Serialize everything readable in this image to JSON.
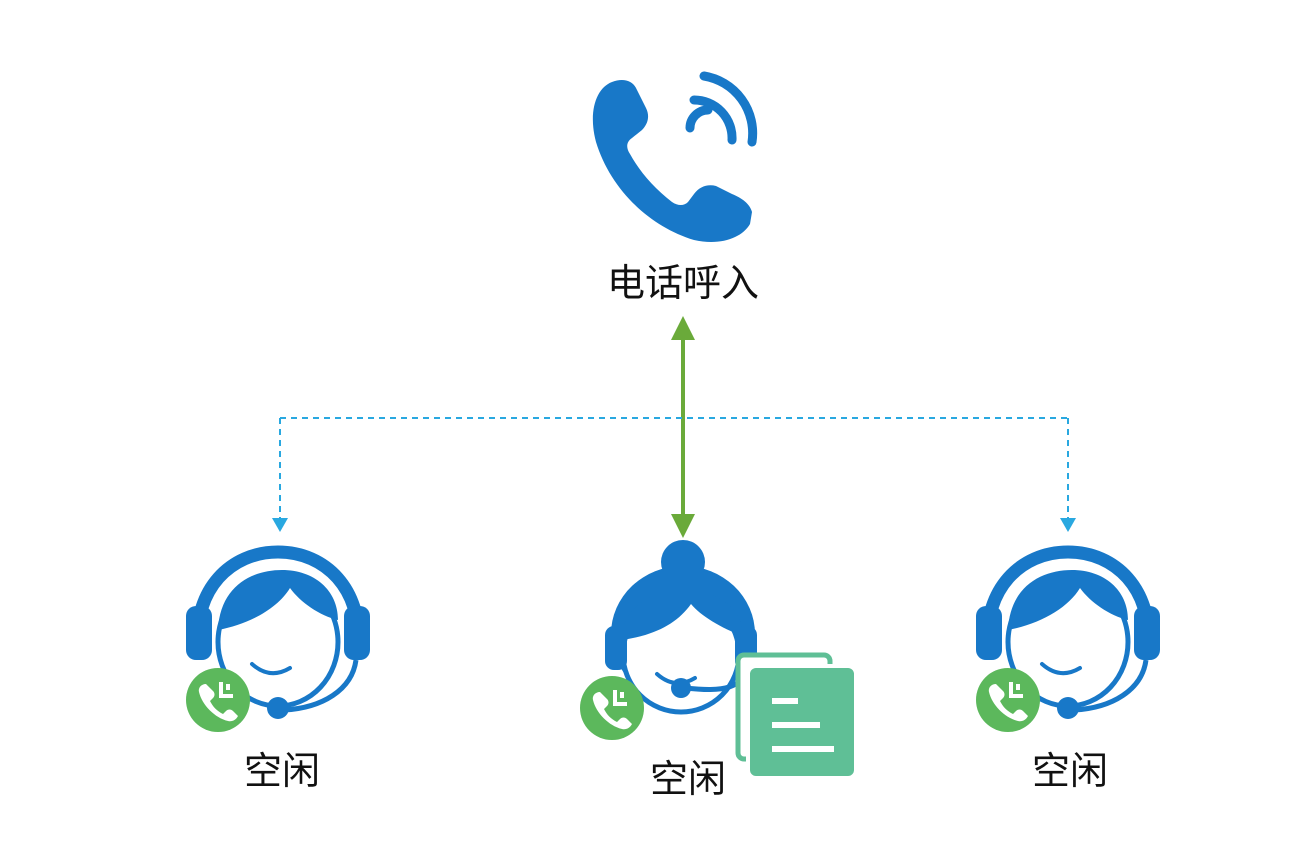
{
  "colors": {
    "blue": "#1878c8",
    "green": "#6aaa3a",
    "light_blue": "#29a8e0",
    "status_green": "#5cb85c",
    "doc_green": "#5fbf96"
  },
  "source": {
    "label": "电话呼入",
    "icon": "phone-ringing-icon"
  },
  "agents": [
    {
      "label": "空闲",
      "icon": "agent-headset-icon",
      "status_icon": "phone-status-icon"
    },
    {
      "label": "空闲",
      "icon": "agent-female-headset-icon",
      "status_icon": "phone-status-icon",
      "extra_icon": "document-stack-icon"
    },
    {
      "label": "空闲",
      "icon": "agent-headset-icon",
      "status_icon": "phone-status-icon"
    }
  ]
}
